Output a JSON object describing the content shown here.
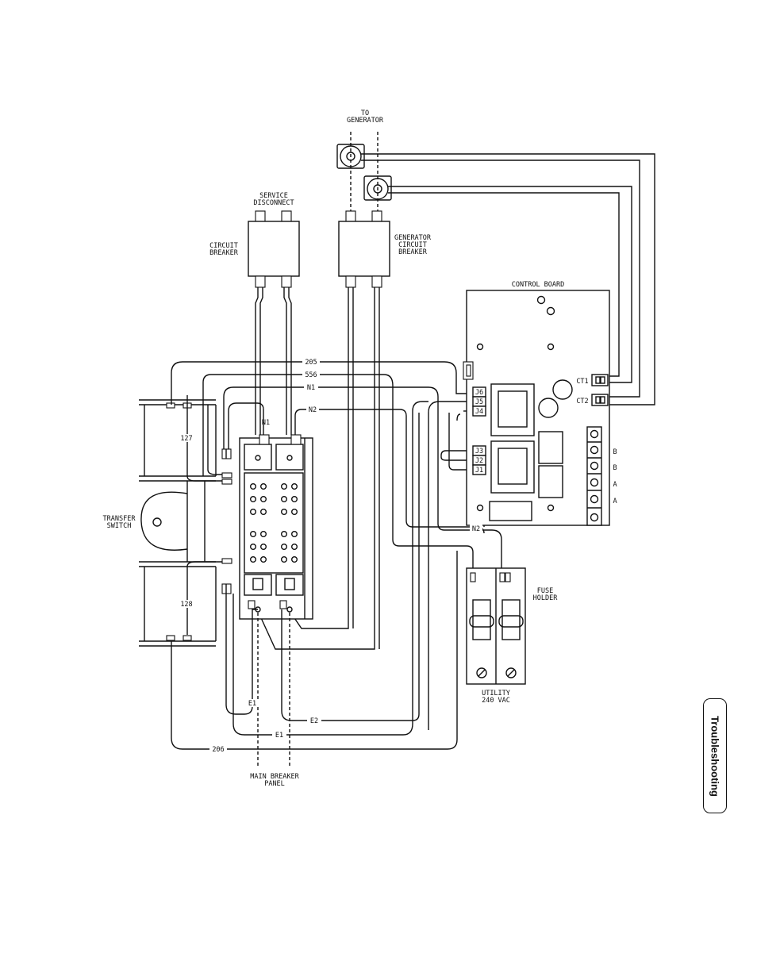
{
  "labels": {
    "to_generator": [
      "TO",
      "GENERATOR"
    ],
    "service_disconnect": [
      "SERVICE",
      "DISCONNECT"
    ],
    "circuit_breaker": [
      "CIRCUIT",
      "BREAKER"
    ],
    "generator_circuit_breaker": [
      "GENERATOR",
      "CIRCUIT",
      "BREAKER"
    ],
    "control_board": "CONTROL BOARD",
    "transfer_switch": [
      "TRANSFER",
      "SWITCH"
    ],
    "fuse_holder": [
      "FUSE",
      "HOLDER"
    ],
    "utility": [
      "UTILITY",
      "240 VAC"
    ],
    "main_breaker_panel": [
      "MAIN BREAKER",
      "PANEL"
    ]
  },
  "wires": {
    "w205": "205",
    "w556": "556",
    "n1": "N1",
    "n1_lug": "N1",
    "n2": "N2",
    "n2_bottom": "N2",
    "w127": "127",
    "w128": "128",
    "e1_left": "E1",
    "e1_bottom": "E1",
    "e2": "E2",
    "w206": "206"
  },
  "connectors": {
    "j6": "J6",
    "j5": "J5",
    "j4": "J4",
    "j3": "J3",
    "j2": "J2",
    "j1": "J1",
    "ct1": "CT1",
    "ct2": "CT2"
  },
  "terminal_letters": [
    "B",
    "B",
    "A",
    "A"
  ],
  "side_tab": "Troubleshooting"
}
